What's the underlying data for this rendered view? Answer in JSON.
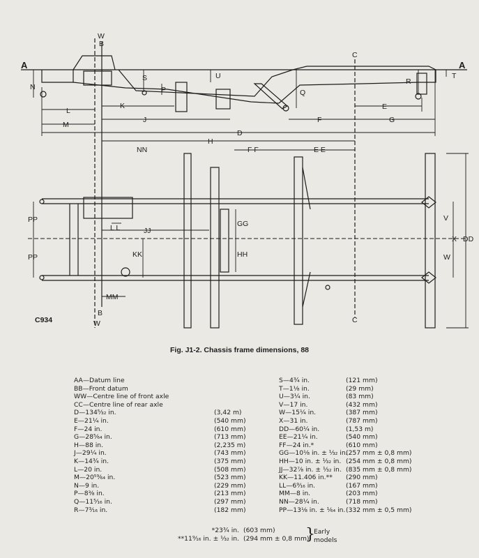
{
  "drawing": {
    "code": "C934",
    "labels": {
      "A": "A",
      "B": "B",
      "C": "C",
      "W": "W",
      "N": "N",
      "S": "S",
      "U": "U",
      "P": "P",
      "Q": "Q",
      "R": "R",
      "T": "T",
      "L": "L",
      "K": "K",
      "M": "M",
      "J": "J",
      "F": "F",
      "E": "E",
      "G": "G",
      "D": "D",
      "H": "H",
      "NN": "NN",
      "FF": "F F",
      "EE": "E E",
      "PP": "PP",
      "LL": "L L",
      "JJ": "JJ",
      "KK": "KK",
      "GG": "GG",
      "HH": "HH",
      "MM": "MM",
      "V": "V",
      "X": "X",
      "DD": "DD"
    }
  },
  "caption": "Fig. J1-2.  Chassis frame dimensions, 88",
  "legend_left": [
    {
      "key": "AA—Datum line",
      "val": ""
    },
    {
      "key": "BB—Front datum",
      "val": ""
    },
    {
      "key": "WW—Centre line of front axle",
      "val": ""
    },
    {
      "key": "CC—Centre line of rear axle",
      "val": ""
    },
    {
      "key": "D—134⁵⁄₃₂ in.",
      "val": "(3,42 m)"
    },
    {
      "key": "E—21¼ in.",
      "val": "(540 mm)"
    },
    {
      "key": "F—24 in.",
      "val": "(610 mm)"
    },
    {
      "key": "G—28⁵⁄₆₄ in.",
      "val": "(713 mm)"
    },
    {
      "key": "H—88 in.",
      "val": "(2,235 m)"
    },
    {
      "key": "J—29¼ in.",
      "val": "(743 mm)"
    },
    {
      "key": "K—14¾ in.",
      "val": "(375 mm)"
    },
    {
      "key": "L—20 in.",
      "val": "(508 mm)"
    },
    {
      "key": "M—20⁵⁹⁄₆₄ in.",
      "val": "(523 mm)"
    },
    {
      "key": "N—9 in.",
      "val": "(229 mm)"
    },
    {
      "key": "P—8⅜ in.",
      "val": "(213 mm)"
    },
    {
      "key": "Q—11⁵⁄₁₆ in.",
      "val": "(297 mm)"
    },
    {
      "key": "R—7³⁄₁₆ in.",
      "val": "(182 mm)"
    }
  ],
  "legend_right": [
    {
      "key": "S—4¾ in.",
      "val": "(121 mm)"
    },
    {
      "key": "T—1⅛ in.",
      "val": "(29 mm)"
    },
    {
      "key": "U—3¼ in.",
      "val": "(83 mm)"
    },
    {
      "key": "V—17 in.",
      "val": "(432 mm)"
    },
    {
      "key": "W—15¼ in.",
      "val": "(387 mm)"
    },
    {
      "key": "X—31 in.",
      "val": "(787 mm)"
    },
    {
      "key": "DD—60¼ in.",
      "val": "(1,53 m)"
    },
    {
      "key": "EE—21¼ in.",
      "val": "(540 mm)"
    },
    {
      "key": "FF—24 in.*",
      "val": "(610 mm)"
    },
    {
      "key": "GG—10⅛ in. ± ¹⁄₃₂ in.",
      "val": "(257 mm ± 0,8 mm)"
    },
    {
      "key": "HH—10 in. ± ¹⁄₃₂ in.",
      "val": "(254 mm ± 0,8 mm)"
    },
    {
      "key": "JJ—32⅞ in. ± ¹⁄₃₂ in.",
      "val": "(835 mm ± 0,8 mm)"
    },
    {
      "key": "KK—11.406 in.**",
      "val": "(290 mm)"
    },
    {
      "key": "LL—6⁹⁄₁₆ in.",
      "val": "(167 mm)"
    },
    {
      "key": "MM—8 in.",
      "val": "(203 mm)"
    },
    {
      "key": "NN—28¼ in.",
      "val": "(718 mm)"
    },
    {
      "key": "PP—13⅛ in. ± ¹⁄₆₄ in.",
      "val": "(332 mm ± 0,5 mm)"
    }
  ],
  "footnotes": [
    {
      "a": "*23¾ in.",
      "b": "(603 mm)"
    },
    {
      "a": "**11⁹⁄₁₆ in. ± ¹⁄₃₂ in.",
      "b": "(294 mm ± 0,8 mm)"
    }
  ],
  "early": [
    "Early",
    "models"
  ],
  "colors": {
    "ink": "#1c1c1c",
    "paper": "#ebe9e4"
  }
}
